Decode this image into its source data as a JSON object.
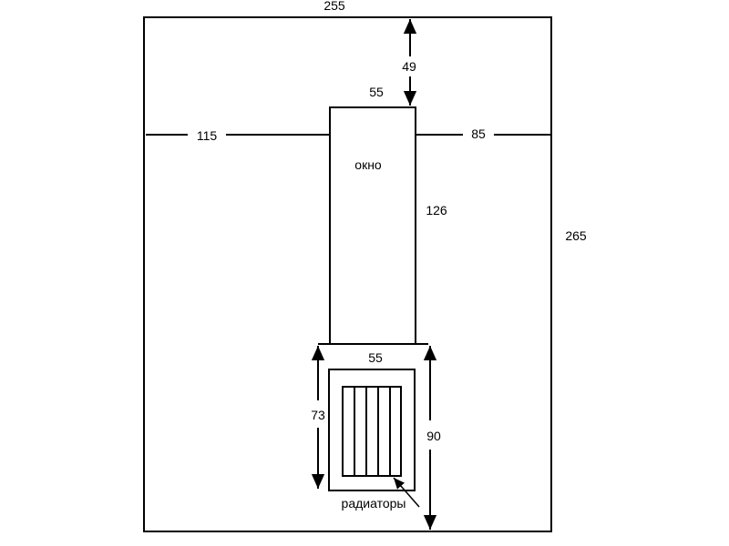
{
  "colors": {
    "line": "#000000",
    "background": "#ffffff"
  },
  "dimensions": {
    "wall_width": "255",
    "wall_height": "265",
    "top_gap": "49",
    "window_width": "55",
    "left_gap": "115",
    "right_gap": "85",
    "window_height": "126",
    "radiator_niche_width": "55",
    "radiator_height": "73",
    "niche_height": "90"
  },
  "labels": {
    "window": "окно",
    "radiators": "радиаторы"
  }
}
